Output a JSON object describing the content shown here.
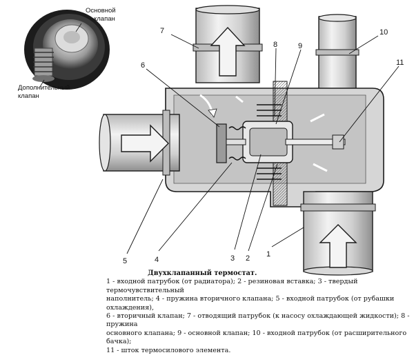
{
  "inset": {
    "label_main_valve_line1": "Основной",
    "label_main_valve_line2": "клапан",
    "label_aux_valve_line1": "Дополнительный",
    "label_aux_valve_line2": "клапан"
  },
  "callouts": [
    "1",
    "2",
    "3",
    "4",
    "5",
    "6",
    "7",
    "8",
    "9",
    "10",
    "11"
  ],
  "caption": {
    "title": "Двухклапанный термостат.",
    "legend_line1": "1 - входной патрубок (от радиатора); 2 - резиновая вставка; 3 - твердый термочувствительный",
    "legend_line2": "наполнитель; 4 - пружина вторичного клапана; 5 - входной патрубок (от рубашки охлаждения),",
    "legend_line3": "6 - вторичный клапан; 7 - отводящий патрубок (к насосу охлаждающей жидкости); 8 - пружина",
    "legend_line4": "основного клапана; 9 - основной клапан; 10 - входной патрубок (от расширительного бачка);",
    "legend_line5": "11 - шток термосилового элемента."
  },
  "colors": {
    "body_fill": "#d9d9d9",
    "body_dark": "#9a9a9a",
    "outline": "#1a1a1a",
    "pipe_light": "#e8e8e8"
  }
}
